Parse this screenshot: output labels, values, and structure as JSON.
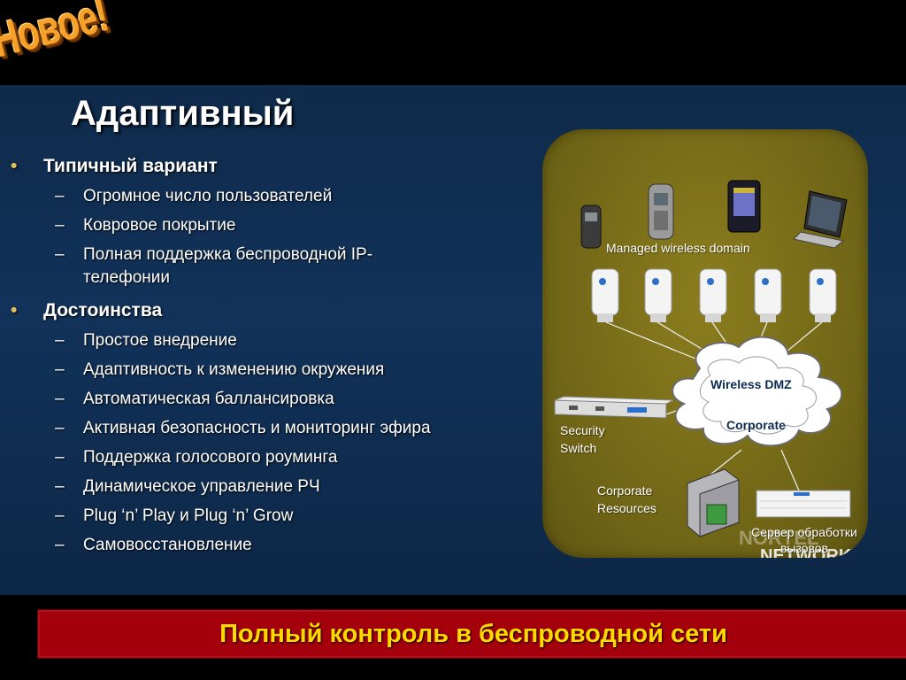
{
  "badge": {
    "text": "Новое!"
  },
  "slide": {
    "title": "Адаптивный",
    "sections": [
      {
        "heading": "Типичный вариант",
        "items": [
          "Огромное число пользователей",
          "Ковровое покрытие",
          "Полная поддержка беспроводной IP-телефонии"
        ]
      },
      {
        "heading": "Достоинства",
        "items": [
          "Простое внедрение",
          "Адаптивность к изменению окружения",
          "Автоматическая баллансировка",
          "Активная безопасность и мониторинг эфира",
          "Поддержка голосового роуминга",
          "Динамическое управление РЧ",
          "Plug ‘n’ Play и Plug ‘n’ Grow",
          "Самовосстановление"
        ]
      }
    ],
    "bullet_glyph": "•",
    "dash_glyph": "–"
  },
  "diagram": {
    "managed_domain": "Managed wireless domain",
    "wireless_dmz": "Wireless DMZ",
    "corporate": "Corporate",
    "security_switch": [
      "Security",
      "Switch"
    ],
    "corporate_resources": [
      "Corporate",
      "Resources"
    ],
    "call_server": [
      "Сервер обработки",
      "вызовов"
    ],
    "watermark": [
      "NORTEL",
      "NETWORKS"
    ]
  },
  "banner": {
    "text": "Полный контроль в беспроводной сети"
  },
  "colors": {
    "panel": "#12325a",
    "diagram_fill": "#7a6e1a",
    "banner": "#a4000c",
    "banner_text": "#ffd800",
    "badge": "#f6a12a"
  }
}
